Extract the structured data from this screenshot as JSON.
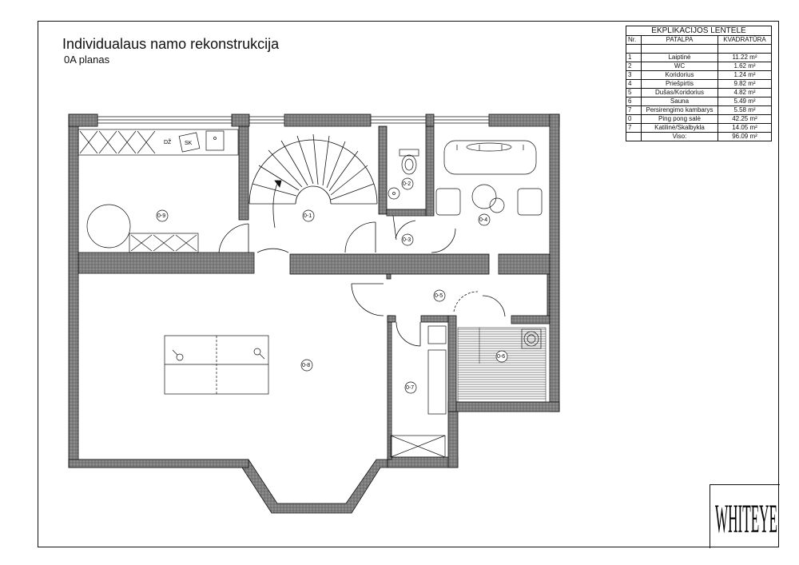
{
  "drawing": {
    "title": "Individualaus namo rekonstrukcija",
    "subtitle": "0A planas"
  },
  "legend": {
    "caption": "EKPLIKACIJOS LENTELĖ",
    "headers": {
      "nr": "Nr.",
      "room": "PATALPA",
      "area": "KVADRATŪRA"
    },
    "rows": [
      {
        "nr": "1",
        "room": "Laiptinė",
        "area": "11.22 m²"
      },
      {
        "nr": "2",
        "room": "WC",
        "area": "1.62 m²"
      },
      {
        "nr": "3",
        "room": "Koridorius",
        "area": "1.24 m²"
      },
      {
        "nr": "4",
        "room": "Priešpirtis",
        "area": "9.82 m²"
      },
      {
        "nr": "5",
        "room": "Dušas/Koridorius",
        "area": "4.82 m²"
      },
      {
        "nr": "6",
        "room": "Sauna",
        "area": "5.49 m²"
      },
      {
        "nr": "7",
        "room": "Persirengimo kambarys",
        "area": "5.58 m²"
      },
      {
        "nr": "0",
        "room": "Ping pong salė",
        "area": "42.25 m²"
      },
      {
        "nr": "7",
        "room": "Katilinė/Skalbykla",
        "area": "14.05 m²"
      }
    ],
    "total_label": "Viso:",
    "total_area": "96.09 m²"
  },
  "rooms": {
    "r1": "0-1",
    "r2": "0-2",
    "r3": "0-3",
    "r4": "0-4",
    "r5": "0-5",
    "r6": "0-6",
    "r7": "0-7",
    "r8": "0-8",
    "r9": "0-9"
  },
  "appliance_labels": {
    "dryer": "DŽ",
    "washer": "SK"
  },
  "logo_text": "WHITEYE",
  "colors": {
    "ink": "#111111",
    "wall_fill": "#8a8a8a",
    "paper": "#ffffff"
  }
}
